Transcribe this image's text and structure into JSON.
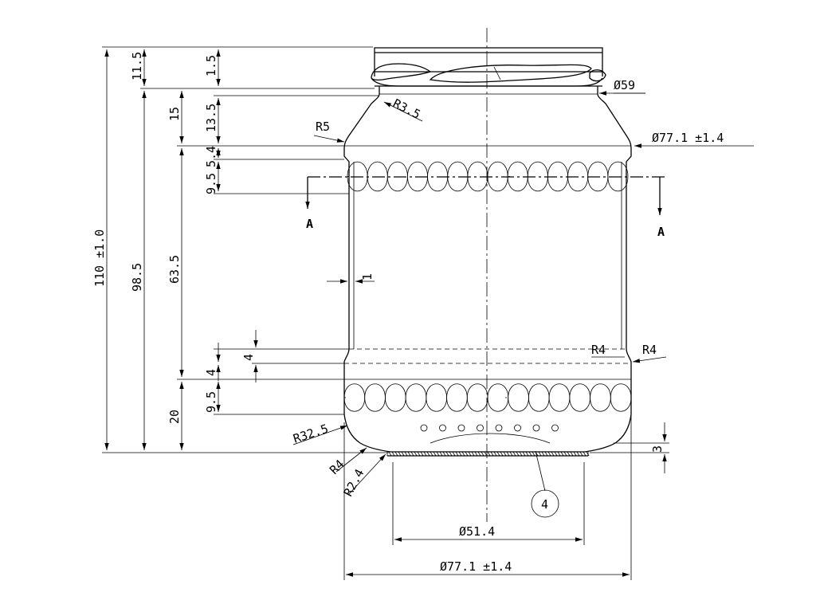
{
  "section_label": "A",
  "balloon": "4",
  "dims": {
    "total_height": "110 ±1.0",
    "body_height": "98.5",
    "height_63": "63.5",
    "height_20": "20",
    "finish_11": "11.5",
    "finish_15": "15",
    "top_1_5": "1.5",
    "shoulder_13_5": "13.5",
    "band_5_4_top": "5.4",
    "band_9_5_top": "9.5",
    "lower_4a": "4",
    "lower_4b": "4",
    "band_9_5_bot": "9.5",
    "wall_1": "1",
    "r3_5": "R3.5",
    "r5": "R5",
    "r4_inner": "R4",
    "r4_outer": "R4",
    "r32_5": "R32.5",
    "r4_base": "R4",
    "r2_4": "R2.4",
    "base_3": "3",
    "dia_59": "Ø59",
    "dia_77_top": "Ø77.1 ±1.4",
    "dia_51_4": "Ø51.4",
    "dia_77_bot": "Ø77.1 ±1.4"
  }
}
